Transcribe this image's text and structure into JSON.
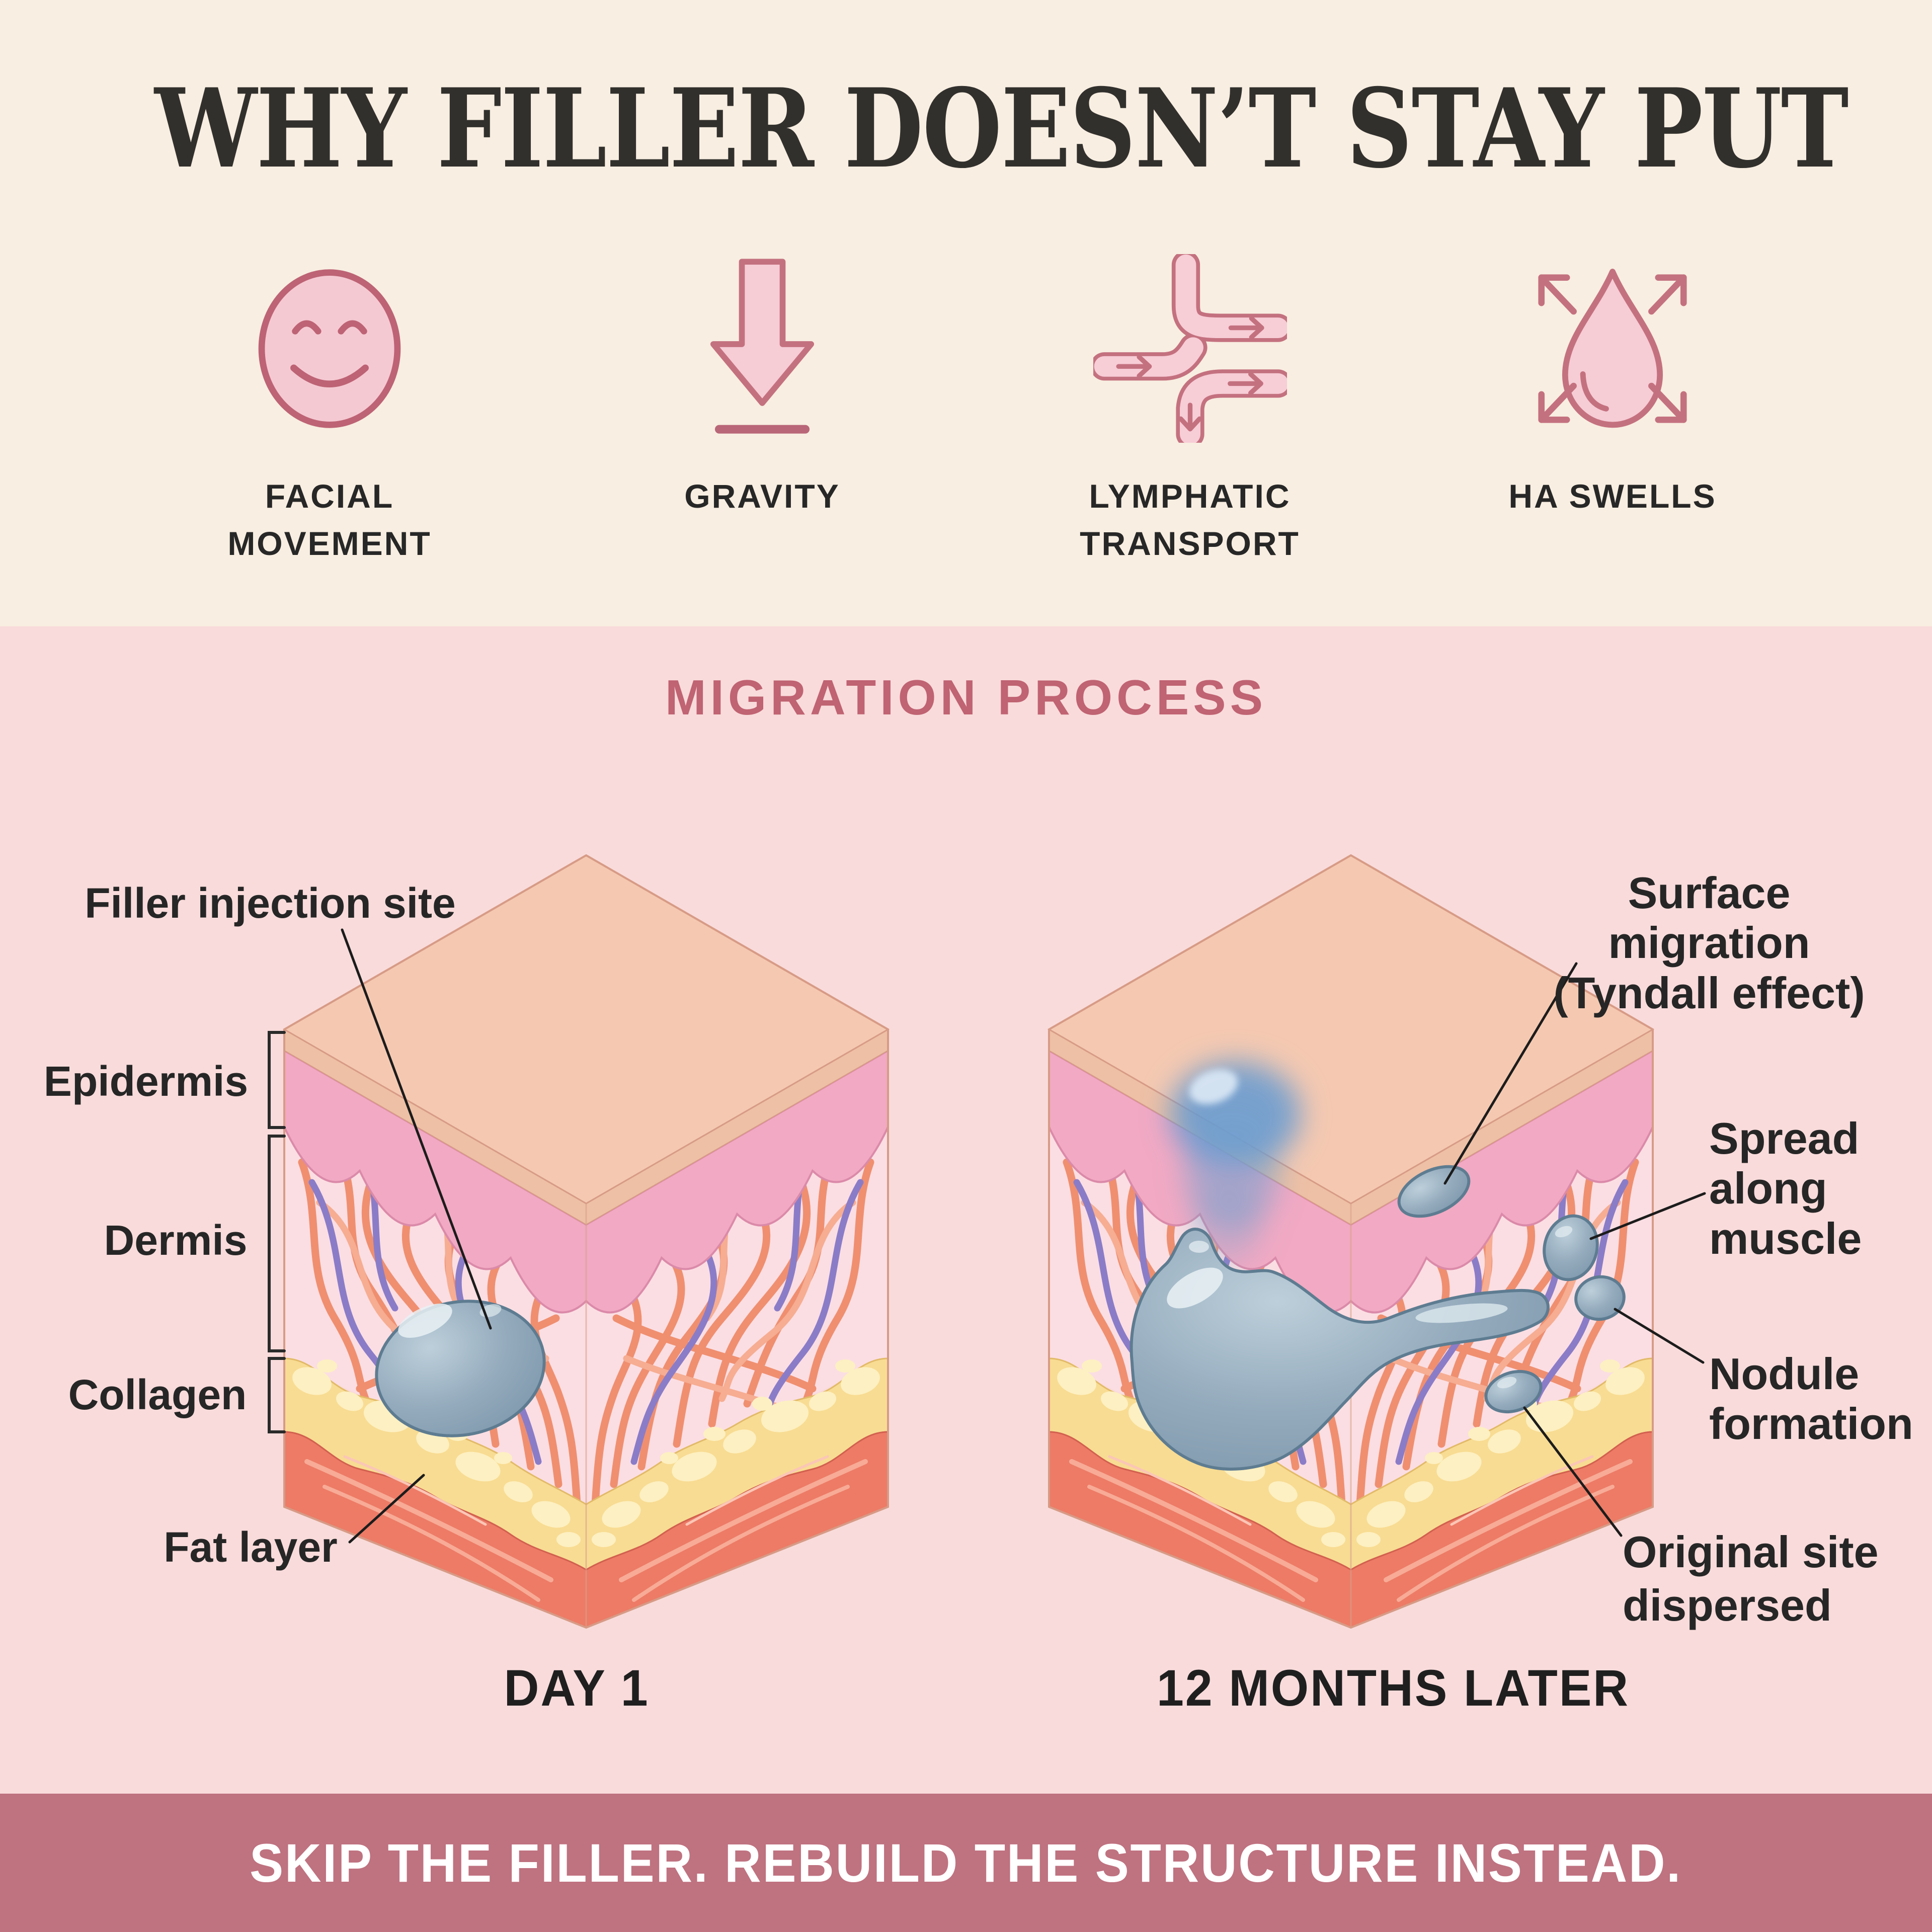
{
  "title": "WHY FILLER DOESN’T STAY PUT",
  "factors": [
    {
      "icon": "smiley-face-icon",
      "label": "FACIAL\nMOVEMENT"
    },
    {
      "icon": "gravity-arrow-icon",
      "label": "GRAVITY"
    },
    {
      "icon": "branching-vessel-icon",
      "label": "LYMPHATIC\nTRANSPORT"
    },
    {
      "icon": "droplet-expand-icon",
      "label": "HA SWELLS"
    }
  ],
  "migration": {
    "heading": "MIGRATION PROCESS",
    "left_diagram": {
      "caption": "DAY 1",
      "labels": {
        "filler_site": "Filler injection site",
        "epidermis": "Epidermis",
        "dermis": "Dermis",
        "collagen": "Collagen",
        "fat_layer": "Fat layer"
      }
    },
    "right_diagram": {
      "caption": "12 MONTHS LATER",
      "labels": {
        "surface": "Surface migration\n(Tyndall effect)",
        "spread": "Spread\nalong\nmuscle",
        "nodule": "Nodule\nformation",
        "original": "Original site\ndispersed"
      }
    }
  },
  "footer": {
    "tagline": "SKIP THE FILLER. REBUILD THE STRUCTURE INSTEAD."
  },
  "colors": {
    "cream_bg": "#f8eee1",
    "pink_section_bg": "#f9dbdb",
    "footer_bg": "#bf7280",
    "heading_rose": "#c06372",
    "title_ink": "#32302d",
    "label_ink": "#262626",
    "icon_pink_fill": "#f5c9d2",
    "icon_rose_stroke": "#c4717f",
    "skin_top": "#f5c9b1",
    "epidermis_pink": "#f2a9c3",
    "dermis_pink": "#fbdee3",
    "fiber_orange": "#ef8f70",
    "fiber_purple": "#8b7cc8",
    "fat_yellow": "#f8dc93",
    "muscle_red": "#ed7b66",
    "filler_gray": "#8ea6b9",
    "tyndall_blue": "#639ad2"
  }
}
